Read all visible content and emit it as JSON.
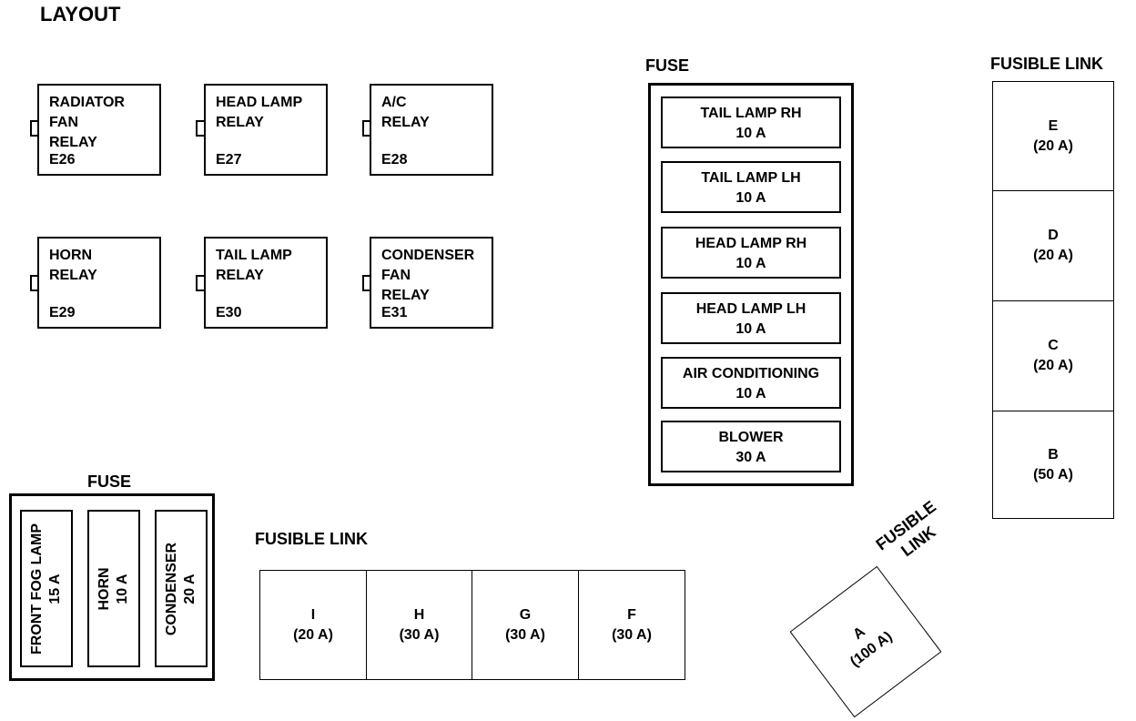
{
  "title": "LAYOUT",
  "relays": [
    {
      "name": "RADIATOR\nFAN\nRELAY",
      "code": "E26"
    },
    {
      "name": "HEAD LAMP\nRELAY",
      "code": "E27"
    },
    {
      "name": "A/C\nRELAY",
      "code": "E28"
    },
    {
      "name": "HORN\nRELAY",
      "code": "E29"
    },
    {
      "name": "TAIL LAMP\nRELAY",
      "code": "E30"
    },
    {
      "name": "CONDENSER\nFAN\nRELAY",
      "code": "E31"
    }
  ],
  "fuse_panel": {
    "label": "FUSE",
    "fuses": [
      {
        "name": "TAIL LAMP RH",
        "rating": "10 A"
      },
      {
        "name": "TAIL LAMP LH",
        "rating": "10 A"
      },
      {
        "name": "HEAD LAMP RH",
        "rating": "10 A"
      },
      {
        "name": "HEAD LAMP LH",
        "rating": "10 A"
      },
      {
        "name": "AIR CONDITIONING",
        "rating": "10 A"
      },
      {
        "name": "BLOWER",
        "rating": "30 A"
      }
    ]
  },
  "fusible_link_right": {
    "label": "FUSIBLE LINK",
    "links": [
      {
        "id": "E",
        "rating": "(20 A)"
      },
      {
        "id": "D",
        "rating": "(20 A)"
      },
      {
        "id": "C",
        "rating": "(20 A)"
      },
      {
        "id": "B",
        "rating": "(50 A)"
      }
    ]
  },
  "fuse_small": {
    "label": "FUSE",
    "fuses": [
      {
        "name": "FRONT FOG LAMP",
        "rating": "15 A"
      },
      {
        "name": "HORN",
        "rating": "10 A"
      },
      {
        "name": "CONDENSER",
        "rating": "20 A"
      }
    ]
  },
  "fusible_link_bottom": {
    "label": "FUSIBLE LINK",
    "links": [
      {
        "id": "I",
        "rating": "(20 A)"
      },
      {
        "id": "H",
        "rating": "(30 A)"
      },
      {
        "id": "G",
        "rating": "(30 A)"
      },
      {
        "id": "F",
        "rating": "(30 A)"
      }
    ]
  },
  "fusible_link_main": {
    "label_line1": "FUSIBLE",
    "label_line2": "LINK",
    "id": "A",
    "rating": "(100 A)"
  }
}
